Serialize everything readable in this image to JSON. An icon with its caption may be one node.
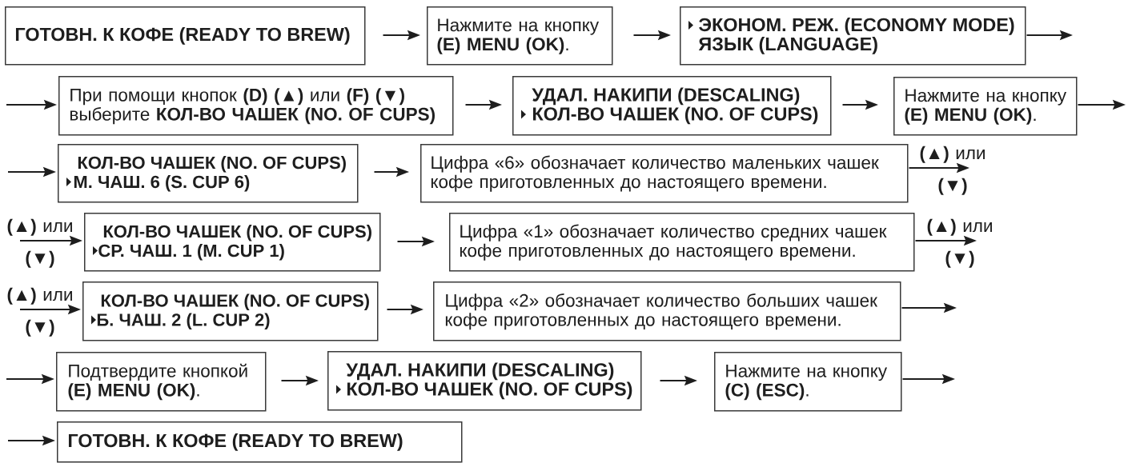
{
  "diagram": {
    "nodes": [
      {
        "text": [
          "ГОТОВН. К КОФЕ (READY TO BREW)"
        ]
      },
      {
        "text": [
          "Нажмите на кнопку **(E) MENU (OK)**."
        ]
      },
      {
        "text": [
          "ЭКОНОМ. РЕЖ. (ECONOMY MODE)",
          "ЯЗЫК (LANGUAGE)"
        ]
      },
      {
        "text": [
          "При помощи кнопок **(D) (▲)** или **(F) (▼)** выберите **КОЛ-ВО ЧАШЕК (NO. OF CUPS)**"
        ]
      },
      {
        "text": [
          "УДАЛ. НАКИПИ (DESCALING)",
          "КОЛ-ВО ЧАШЕК (NO. OF CUPS)"
        ]
      },
      {
        "text": [
          "Нажмите на кнопку **(E) MENU (OK)**."
        ]
      },
      {
        "text": [
          "КОЛ-ВО ЧАШЕК (NO. OF CUPS)",
          "М. ЧАШ. 6 (S. CUP 6)"
        ]
      },
      {
        "text": [
          "Цифра «6» обозначает количество маленьких чашек кофе приготовленных до настоящего времени."
        ]
      },
      {
        "text": [
          "КОЛ-ВО ЧАШЕК (NO. OF CUPS)",
          "СР. ЧАШ. 1 (M. CUP 1)"
        ]
      },
      {
        "text": [
          "Цифра «1» обозначает количество средних чашек кофе приготовленных до настоящего времени."
        ]
      },
      {
        "text": [
          "КОЛ-ВО ЧАШЕК (NO. OF CUPS)",
          "Б. ЧАШ. 2 (L. CUP 2)"
        ]
      },
      {
        "text": [
          "Цифра «2» обозначает количество больших чашек кофе приготовленных до настоящего времени."
        ]
      },
      {
        "text": [
          "Подтвердите кнопкой **(E) MENU (OK)**."
        ]
      },
      {
        "text": [
          "УДАЛ. НАКИПИ (DESCALING)",
          "КОЛ-ВО ЧАШЕК (NO. OF CUPS)"
        ]
      },
      {
        "text": [
          "Нажмите на кнопку **(C) (ESC)**."
        ]
      },
      {
        "text": [
          "ГОТОВН. К КОФЕ (READY TO BREW)"
        ]
      }
    ],
    "edges": [
      {
        "from": 0,
        "to": 1,
        "arrow": "to"
      },
      {
        "from": 1,
        "to": 2,
        "arrow": "to"
      },
      {
        "from": 2,
        "to": null,
        "arrow": "to"
      },
      {
        "from": null,
        "to": 3,
        "arrow": "to"
      },
      {
        "from": 3,
        "to": 4,
        "arrow": "to"
      },
      {
        "from": 4,
        "to": 5,
        "arrow": "to"
      },
      {
        "from": 5,
        "to": null,
        "arrow": "to"
      },
      {
        "from": null,
        "to": 6,
        "arrow": "to"
      },
      {
        "from": 6,
        "to": 7,
        "arrow": "to"
      },
      {
        "from": 7,
        "to": null,
        "arrow": "to",
        "label": "**(▲)** или **(▼)**"
      },
      {
        "from": null,
        "to": 8,
        "arrow": "to",
        "label": "**(▲)** или **(▼)**"
      },
      {
        "from": 8,
        "to": 9,
        "arrow": "to"
      },
      {
        "from": 9,
        "to": null,
        "arrow": "to",
        "label": "**(▲)** или **(▼)**"
      },
      {
        "from": null,
        "to": 10,
        "arrow": "to",
        "label": "**(▲)** или **(▼)**"
      },
      {
        "from": 10,
        "to": 11,
        "arrow": "to"
      },
      {
        "from": 11,
        "to": null,
        "arrow": "to"
      },
      {
        "from": null,
        "to": 12,
        "arrow": "to"
      },
      {
        "from": 12,
        "to": 13,
        "arrow": "to"
      },
      {
        "from": 13,
        "to": 14,
        "arrow": "to"
      },
      {
        "from": 14,
        "to": null,
        "arrow": "to"
      },
      {
        "from": null,
        "to": 15,
        "arrow": "to"
      }
    ]
  }
}
